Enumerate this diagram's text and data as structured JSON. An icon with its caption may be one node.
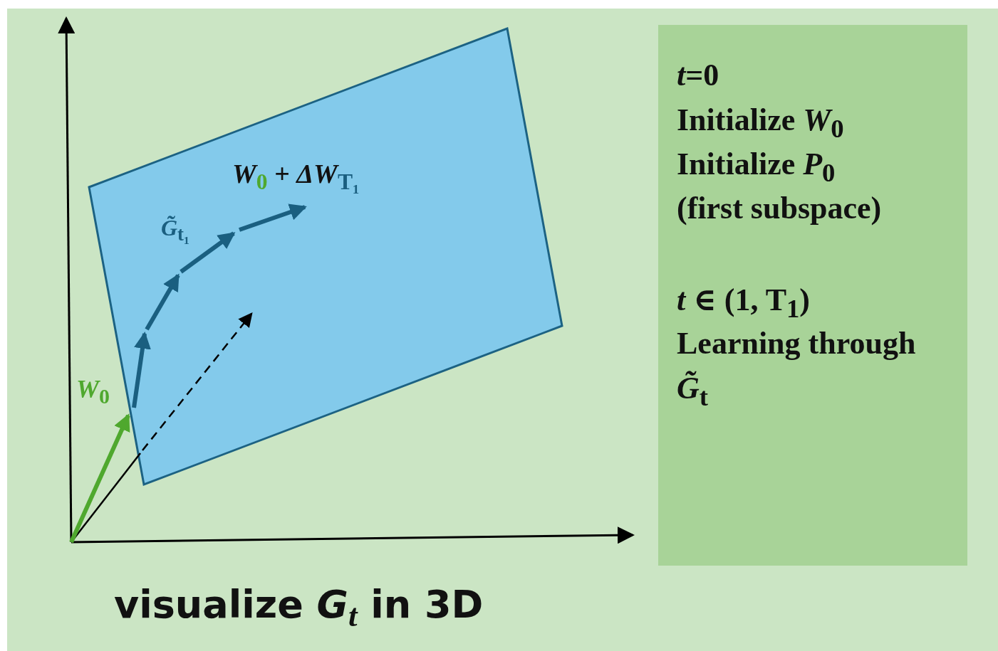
{
  "diagram": {
    "title": "visualize *G*$_{t}$ in 3D",
    "nodes": [
      {
        "text": [
          "*t*=0",
          "Initialize *W*$_{0}$",
          "Initialize *P*$_{0}$",
          "(first subspace)",
          "*t* ∈ (**1**, T$_{1}$)",
          "Learning through",
          "*G̃*$_{t}$"
        ]
      }
    ],
    "labels": [
      "*W*$_{0}$ + *ΔW*$_{T₁}$",
      "*G̃*$_{t₁}$",
      "*W*$_{0}$"
    ]
  }
}
